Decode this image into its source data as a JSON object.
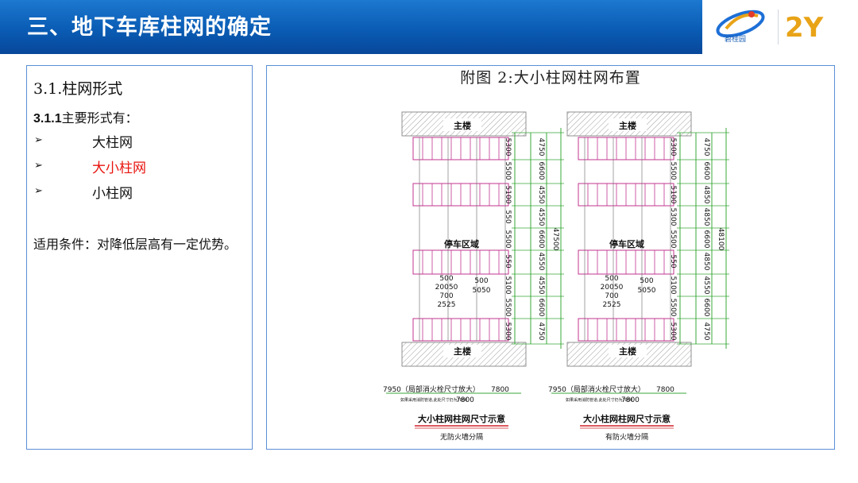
{
  "header": {
    "title": "三、地下车库柱网的确定",
    "logo_brand": "碧桂园",
    "logo_number": "2Y"
  },
  "left": {
    "section_title": "3.1.柱网形式",
    "subsection_num": "3.1.1",
    "subsection_text": "主要形式有：",
    "items": [
      {
        "label": "大柱网",
        "color": "#111111"
      },
      {
        "label": "大小柱网",
        "color": "#e8150f"
      },
      {
        "label": "小柱网",
        "color": "#111111"
      }
    ],
    "condition": "适用条件：对降低层高有一定优势。"
  },
  "figure": {
    "caption": "附图 2:大小柱网柱网布置",
    "diagrams": [
      {
        "top_label": "主楼",
        "bottom_label": "主楼",
        "area_label": "停车区域",
        "inner_dims": [
          "5300",
          "5500",
          "5100",
          "550",
          "5500",
          "550",
          "5100",
          "5500",
          "5300"
        ],
        "side_dims": [
          "4750",
          "6600",
          "4550",
          "4550",
          "6600",
          "4550",
          "4550",
          "6600",
          "4750"
        ],
        "total_dim": "47500",
        "notes": [
          "500",
          "20050",
          "700",
          "2525",
          "500",
          "5050"
        ],
        "bottom_text": "7950（局部消火栓尺寸放大）",
        "bottom_right": "7800",
        "bottom_mid": "7800",
        "small_note": "如果采用消防管道,此处尺寸仍为7800",
        "title": "大小柱网柱网尺寸示意",
        "subtitle": "无防火墙分隔"
      },
      {
        "top_label": "主楼",
        "bottom_label": "主楼",
        "area_label": "停车区域",
        "inner_dims": [
          "5300",
          "5500",
          "5100",
          "5300",
          "5500",
          "550",
          "5100",
          "5500",
          "5300"
        ],
        "side_dims": [
          "4750",
          "6600",
          "4850",
          "4850",
          "6600",
          "4850",
          "4550",
          "6600",
          "4750"
        ],
        "total_dim": "48100",
        "notes": [
          "500",
          "20050",
          "700",
          "2525",
          "500",
          "5050"
        ],
        "bottom_text": "7950（局部消火栓尺寸放大）",
        "bottom_right": "7800",
        "bottom_mid": "7800",
        "small_note": "如果采用消防管道,此处尺寸仍为7800",
        "title": "大小柱网柱网尺寸示意",
        "subtitle": "有防火墙分隔"
      }
    ]
  }
}
